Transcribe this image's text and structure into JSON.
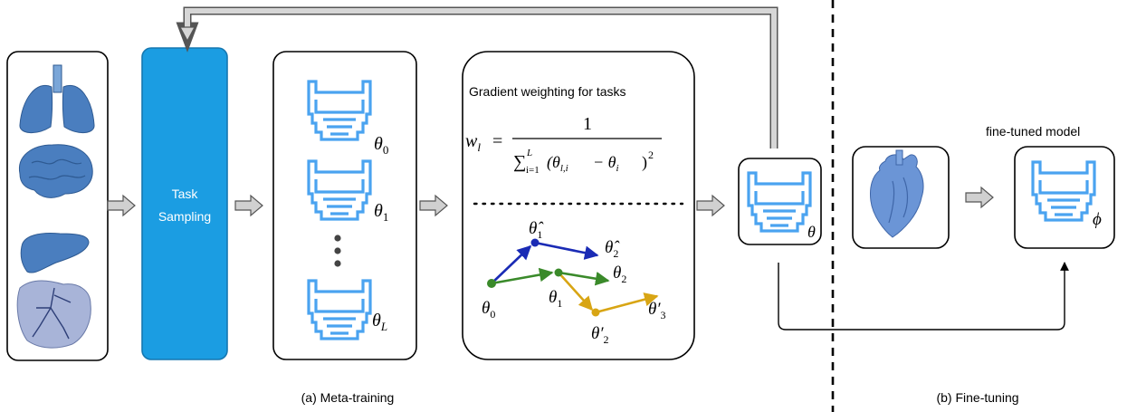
{
  "task_sampling_label": [
    "Task",
    "Sampling"
  ],
  "gradient_title": "Gradient weighting for tasks",
  "formula": {
    "lhs": "w",
    "lhs_sub": "l",
    "numerator": "1",
    "sum": "∑",
    "sum_upper": "L",
    "sum_lower": "i=1",
    "term": "(θ",
    "term_sub": "l,i",
    "minus": "− θ",
    "minus_sub": "i",
    "close": ")",
    "power": "2"
  },
  "theta_labels": {
    "theta0": {
      "base": "θ",
      "sub": "0"
    },
    "theta1": {
      "base": "θ",
      "sub": "1"
    },
    "thetaL": {
      "base": "θ",
      "sub": "L"
    },
    "theta": "θ",
    "phi": "ϕ"
  },
  "trajectory_labels": {
    "t0": {
      "base": "θ",
      "sub": "0"
    },
    "t1": {
      "base": "θ",
      "sub": "1"
    },
    "t2": {
      "base": "θ",
      "sub": "2"
    },
    "h1": {
      "base": "θ̂",
      "sub": "1"
    },
    "h2": {
      "base": "θ̂",
      "sub": "2"
    },
    "p2": {
      "base": "θ′",
      "sub": "2"
    },
    "p3": {
      "base": "θ′",
      "sub": "3"
    }
  },
  "fine_tuned_label": "fine-tuned model",
  "caption_a": "(a) Meta-training",
  "caption_b": "(b) Fine-tuning",
  "colors": {
    "task_sampling": "#1b9de2",
    "network_icon": "#4aa3f0",
    "organ": "#4a7ebf",
    "heart": "#6b95d6",
    "path_blue": "#1a2bb5",
    "path_green": "#3a8a2a",
    "path_yellow": "#d8a514"
  }
}
